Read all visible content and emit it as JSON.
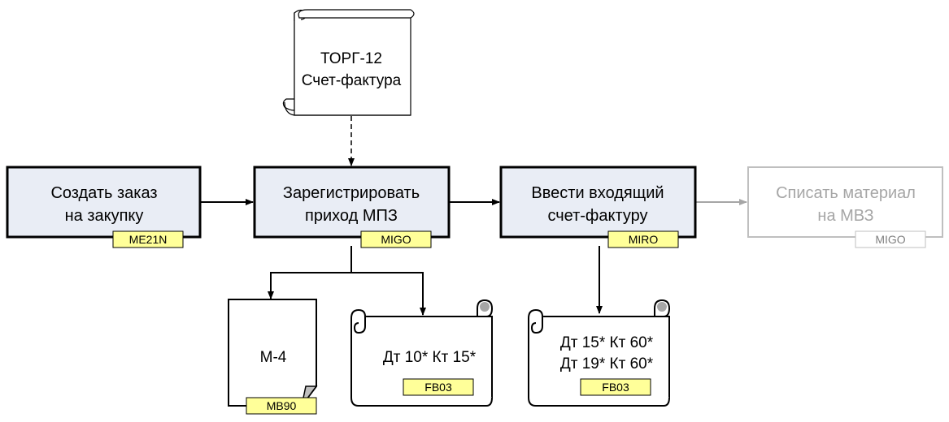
{
  "processes": {
    "create_order": {
      "line1": "Создать заказ",
      "line2": "на закупку",
      "tcode": "ME21N"
    },
    "register_receipt": {
      "line1": "Зарегистрировать",
      "line2": "приход МПЗ",
      "tcode": "MIGO"
    },
    "enter_invoice": {
      "line1": "Ввести входящий",
      "line2": "счет-фактуру",
      "tcode": "MIRO"
    },
    "write_off": {
      "line1": "Списать материал",
      "line2": "на МВЗ",
      "tcode": "MIGO",
      "state": "inactive"
    }
  },
  "documents": {
    "incoming": {
      "line1": "ТОРГ-12",
      "line2": "Счет-фактура"
    },
    "m4": {
      "label": "М-4",
      "tcode": "MB90"
    },
    "posting_receipt": {
      "line1": "Дт 10* Кт 15*",
      "tcode": "FB03"
    },
    "posting_invoice": {
      "line1": "Дт 15* Кт 60*",
      "line2": "Дт 19* Кт 60*",
      "tcode": "FB03"
    }
  },
  "colors": {
    "process_fill": "#e9edf5",
    "tag_fill": "#ffff99",
    "inactive": "#bfbfbf"
  }
}
